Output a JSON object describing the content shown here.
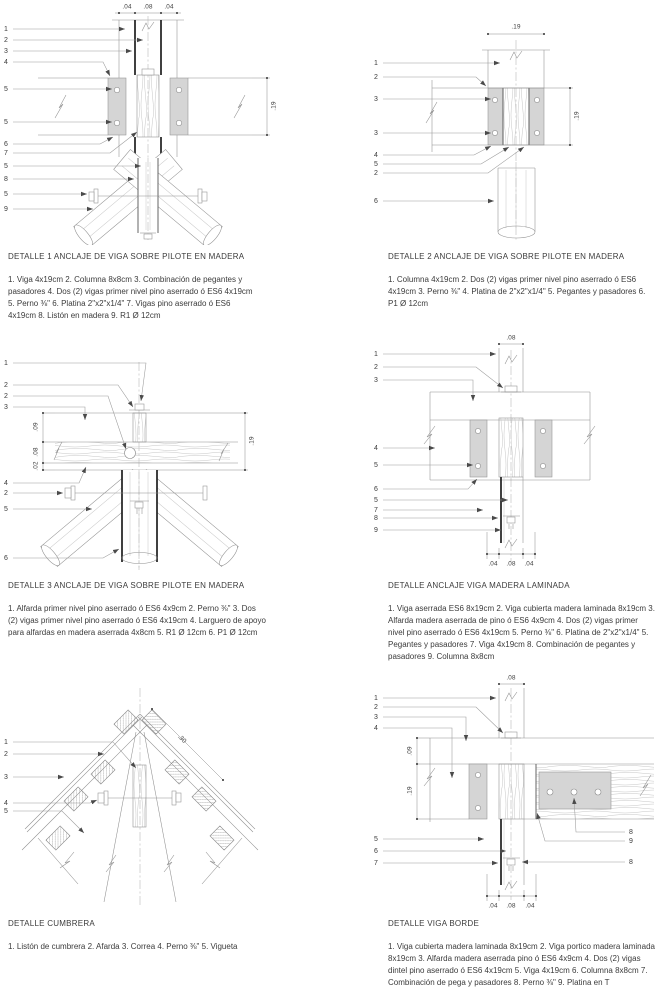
{
  "colors": {
    "background": "#ffffff",
    "plate": "#d5d5d5",
    "dark": "#1f1f1f",
    "text": "#3b3b3b"
  },
  "details": [
    {
      "title": "DETALLE 1 ANCLAJE DE VIGA SOBRE PILOTE EN MADERA",
      "notes": "1. Viga 4x19cm 2. Columna 8x8cm 3. Combinación de pegantes y pasadores 4. Dos (2) vigas primer nivel pino aserrado ó ES6 4x19cm 5. Perno ⅜\" 6. Platina 2\"x2\"x1/4\" 7. Vigas pino aserrado ó ES6 4x19cm 8. Listón en madera 9. R1 Ø 12cm",
      "dims": {
        "top_left": ".04",
        "top_mid": ".08",
        "top_right": ".04",
        "right": ".19"
      },
      "callouts": [
        "1",
        "2",
        "3",
        "4",
        "5",
        "5",
        "6",
        "7",
        "5",
        "8",
        "5",
        "9"
      ]
    },
    {
      "title": "DETALLE 2 ANCLAJE DE VIGA SOBRE PILOTE EN MADERA",
      "notes": "1. Columna 4x19cm 2. Dos (2) vigas primer nivel pino aserrado ó ES6 4x19cm 3. Perno ⅜\" 4. Platina de 2\"x2\"x1/4\" 5. Pegantes y pasadores 6. P1 Ø 12cm",
      "dims": {
        "top": ".19",
        "right": ".19"
      },
      "callouts": [
        "1",
        "2",
        "3",
        "3",
        "4",
        "5",
        "2",
        "6"
      ]
    },
    {
      "title": "DETALLE 3 ANCLAJE DE VIGA SOBRE PILOTE EN MADERA",
      "notes": "1. Alfarda primer nivel pino aserrado ó ES6 4x9cm 2. Perno ⅜\" 3. Dos (2) vigas primer nivel pino aserrado ó ES6 4x19cm 4. Larguero de apoyo para alfardas en madera aserrada 4x8cm 5. R1 Ø 12cm 6. P1 Ø 12cm",
      "dims": {
        "left_top": ".09",
        "left_mid": ".08",
        "left_bottom": ".02",
        "right": ".19"
      },
      "callouts": [
        "1",
        "2",
        "2",
        "3",
        "4",
        "2",
        "5",
        "6"
      ]
    },
    {
      "title": "DETALLE ANCLAJE VIGA MADERA LAMINADA",
      "notes": "1. Viga aserrada ES6 8x19cm 2. Viga cubierta madera laminada 8x19cm 3. Alfarda madera aserrada de pino ó ES6 4x9cm 4. Dos (2) vigas primer nivel pino aserrado ó ES6 4x19cm 5. Perno ⅜\" 6. Platina de 2\"x2\"x1/4\" 5. Pegantes y pasadores 7. Viga 4x19cm 8. Combinación de pegantes y pasadores 9. Columna 8x8cm",
      "dims": {
        "top": ".08",
        "bottom_left": ".04",
        "bottom_mid": ".08",
        "bottom_right": ".04"
      },
      "callouts": [
        "1",
        "2",
        "3",
        "4",
        "5",
        "6",
        "5",
        "7",
        "8",
        "9"
      ]
    },
    {
      "title": "DETALLE CUMBRERA",
      "notes": "1. Listón de cumbrera 2. Afarda 3. Correa 4. Perno ⅜\" 5. Vigueta",
      "dims": {
        "slope": ".30"
      },
      "callouts": [
        "1",
        "2",
        "3",
        "4",
        "5"
      ]
    },
    {
      "title": "DETALLE VIGA BORDE",
      "notes": "1. Viga cubierta madera laminada 8x19cm 2. Viga portico madera laminada 8x19cm 3. Alfarda madera aserrada pino ó ES6 4x9cm 4. Dos (2) vigas dintel pino aserrado ó ES6 4x19cm 5. Viga 4x19cm 6. Columna 8x8cm 7. Combinación de pega y pasadores 8. Perno ⅜\" 9. Platina en T",
      "dims": {
        "top": ".08",
        "left_top": ".09",
        "left_bottom": ".19",
        "bottom_left": ".04",
        "bottom_mid": ".08",
        "bottom_right": ".04"
      },
      "callouts_left": [
        "1",
        "2",
        "3",
        "4",
        "5",
        "6",
        "7"
      ],
      "callouts_right": [
        "8",
        "9",
        "8"
      ]
    }
  ]
}
